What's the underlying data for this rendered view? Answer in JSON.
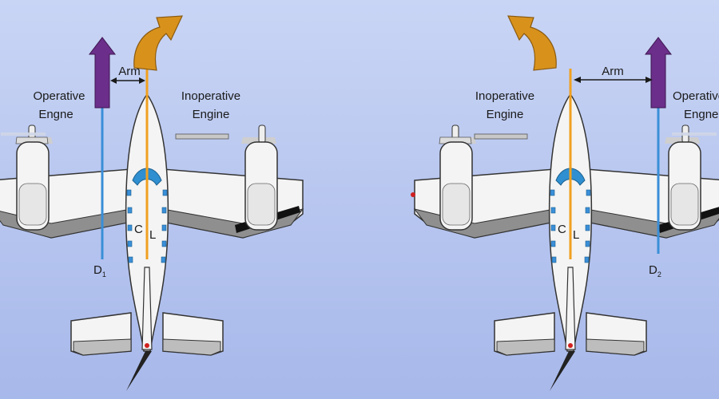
{
  "colors": {
    "background_top": "#c9d5f5",
    "background_bottom": "#a7b8ea",
    "thrust_arrow": "#6b2e8a",
    "yaw_arrow": "#d8921c",
    "centerline": "#f0a020",
    "thrust_line": "#3a8fd8",
    "canopy": "#2f8fd0",
    "airframe": "#f4f4f4",
    "outline": "#333333"
  },
  "left_diagram": {
    "arm_label": "Arm",
    "operative_label": [
      "Operative",
      "Engne"
    ],
    "inoperative_label": [
      "Inoperative",
      "Engine"
    ],
    "centerline_label": [
      "C",
      "L"
    ],
    "drag_label": "D",
    "drag_subscript": "1"
  },
  "right_diagram": {
    "arm_label": "Arm",
    "operative_label": [
      "Operative",
      "Engne"
    ],
    "inoperative_label": [
      "Inoperative",
      "Engine"
    ],
    "centerline_label": [
      "C",
      "L"
    ],
    "drag_label": "D",
    "drag_subscript": "2"
  }
}
